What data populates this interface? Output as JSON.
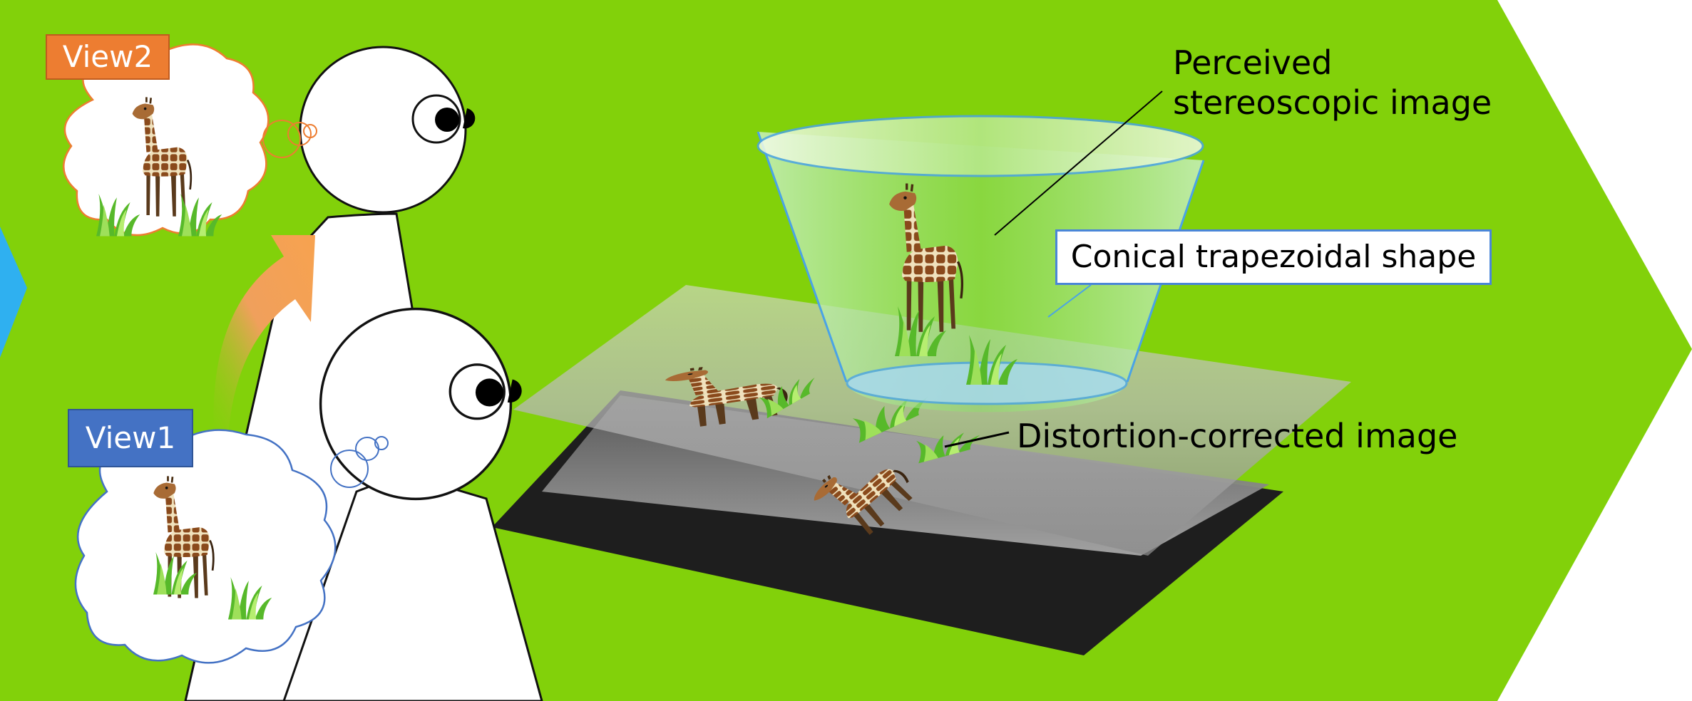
{
  "views": {
    "view1": {
      "label": "View1",
      "color": "#4472c4"
    },
    "view2": {
      "label": "View2",
      "color": "#ed7d31"
    }
  },
  "labels": {
    "perceived_line1": "Perceived",
    "perceived_line2": "stereoscopic image",
    "conical": "Conical trapezoidal shape",
    "distortion": "Distortion-corrected image"
  },
  "colors": {
    "background_arrow": "#82d10a",
    "left_arrow": "#2fb0f0",
    "cone_edge": "#4aa3e6",
    "display_black": "#1e1e1e",
    "orange_arrow": "#f0a05c"
  },
  "icons": [
    "giraffe-icon",
    "grass-icon",
    "thought-bubble-icon",
    "viewer-head-icon",
    "curved-arrow-icon"
  ]
}
